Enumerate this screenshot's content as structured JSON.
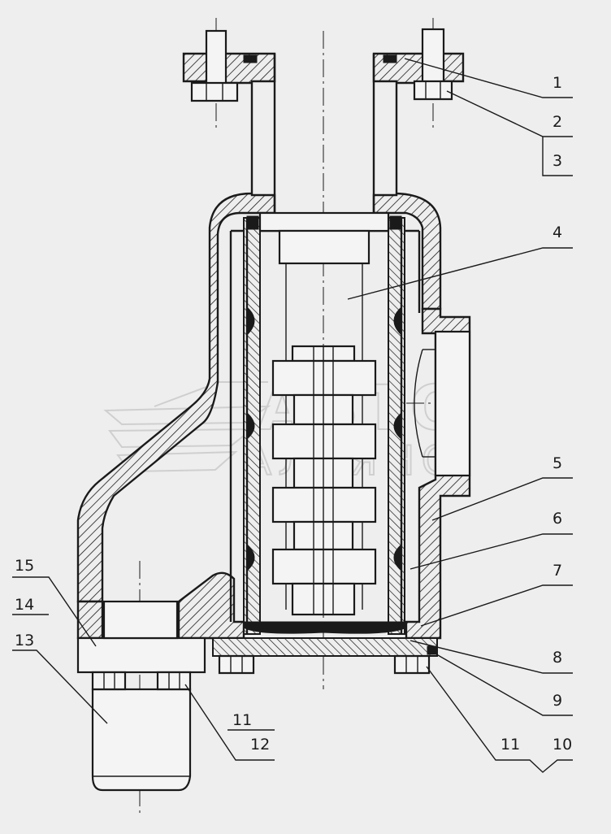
{
  "diagram": {
    "callouts": [
      {
        "id": "c1",
        "text": "1"
      },
      {
        "id": "c2",
        "text": "2"
      },
      {
        "id": "c3",
        "text": "3"
      },
      {
        "id": "c4",
        "text": "4"
      },
      {
        "id": "c5",
        "text": "5"
      },
      {
        "id": "c6",
        "text": "6"
      },
      {
        "id": "c7",
        "text": "7"
      },
      {
        "id": "c8",
        "text": "8"
      },
      {
        "id": "c9",
        "text": "9"
      },
      {
        "id": "c10",
        "text": "10"
      },
      {
        "id": "c11r",
        "text": "11"
      },
      {
        "id": "c11l",
        "text": "11"
      },
      {
        "id": "c12",
        "text": "12"
      },
      {
        "id": "c13",
        "text": "13"
      },
      {
        "id": "c14",
        "text": "14"
      },
      {
        "id": "c15",
        "text": "15"
      }
    ],
    "watermark": {
      "line1": "АВТО",
      "line2": "АЛЬЯНС"
    },
    "colors": {
      "ink": "#1a1a1a",
      "paper": "#eeeeee",
      "watermark": "#cfcfcf"
    }
  }
}
